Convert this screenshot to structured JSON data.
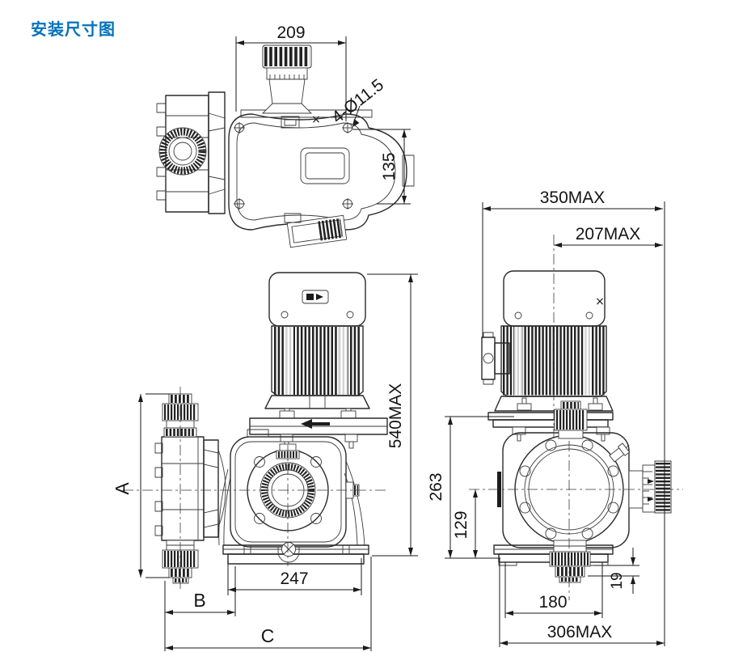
{
  "title": "安装尺寸图",
  "colors": {
    "accent_blue": "#0072bc",
    "line": "#2a2a2a",
    "dark_fill": "#1c1c1c"
  },
  "top_view": {
    "dim_width": "209",
    "dim_holes": "4-Ø11.5",
    "dim_height": "135",
    "note_mark": "×"
  },
  "front_view": {
    "dim_a": "A",
    "dim_height": "540MAX",
    "dim_base": "247",
    "dim_b": "B",
    "dim_c": "C"
  },
  "side_view": {
    "dim_width": "350MAX",
    "dim_center_width": "207MAX",
    "dim_h1": "263",
    "dim_h2": "129",
    "dim_valve": "19",
    "dim_feet": "180",
    "dim_base": "306MAX",
    "note_mark": "×"
  }
}
